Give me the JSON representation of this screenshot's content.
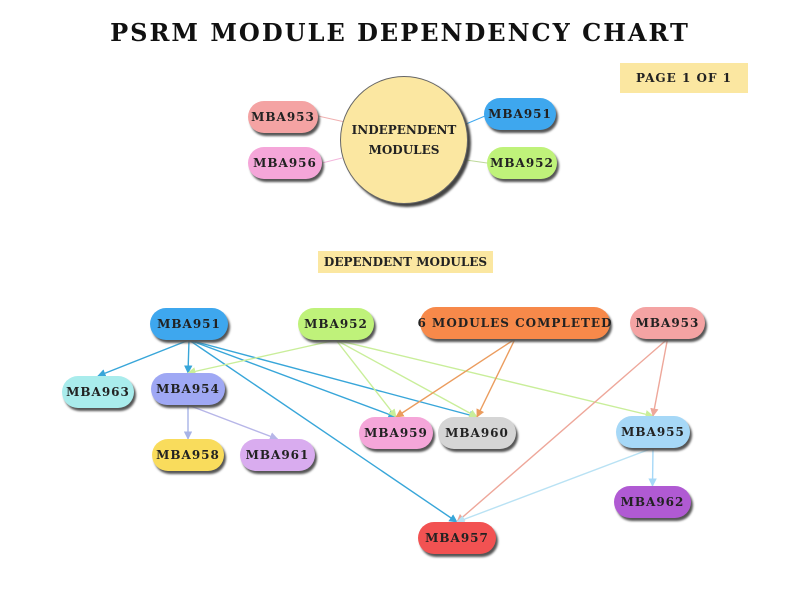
{
  "title": "PSRM MODULE DEPENDENCY CHART",
  "page_indicator": "PAGE 1 OF 1",
  "independent": {
    "center_label": "INDEPENDENT MODULES",
    "modules": [
      {
        "label": "MBA953",
        "color": "#f4a3a3"
      },
      {
        "label": "MBA956",
        "color": "#f5a6d9"
      },
      {
        "label": "MBA951",
        "color": "#3ea7ee"
      },
      {
        "label": "MBA952",
        "color": "#bff27a"
      }
    ]
  },
  "dependent_label": "DEPENDENT MODULES",
  "dependent": {
    "nodes": [
      {
        "id": "n951",
        "label": "MBA951",
        "color": "#3ea7ee"
      },
      {
        "id": "n952",
        "label": "MBA952",
        "color": "#bff27a"
      },
      {
        "id": "n6mc",
        "label": "6 MODULES COMPLETED",
        "color": "#f7894a"
      },
      {
        "id": "n953",
        "label": "MBA953",
        "color": "#f4a3a3"
      },
      {
        "id": "n963",
        "label": "MBA963",
        "color": "#a9ecec"
      },
      {
        "id": "n954",
        "label": "MBA954",
        "color": "#9fa8f4"
      },
      {
        "id": "n959",
        "label": "MBA959",
        "color": "#f5a6d9"
      },
      {
        "id": "n960",
        "label": "MBA960",
        "color": "#d5d5d5"
      },
      {
        "id": "n955",
        "label": "MBA955",
        "color": "#a6d8f7"
      },
      {
        "id": "n958",
        "label": "MBA958",
        "color": "#f9dc5c"
      },
      {
        "id": "n961",
        "label": "MBA961",
        "color": "#d9acef"
      },
      {
        "id": "n962",
        "label": "MBA962",
        "color": "#b05ad3"
      },
      {
        "id": "n957",
        "label": "MBA957",
        "color": "#f25252"
      }
    ],
    "edges": [
      {
        "from": "n951",
        "to": "n963",
        "color": "#38a6d9"
      },
      {
        "from": "n951",
        "to": "n954",
        "color": "#38a6d9"
      },
      {
        "from": "n951",
        "to": "n959",
        "color": "#38a6d9"
      },
      {
        "from": "n951",
        "to": "n960",
        "color": "#38a6d9"
      },
      {
        "from": "n951",
        "to": "n957",
        "color": "#38a6d9"
      },
      {
        "from": "n952",
        "to": "n954",
        "color": "#c9ee9a"
      },
      {
        "from": "n952",
        "to": "n959",
        "color": "#c9ee9a"
      },
      {
        "from": "n952",
        "to": "n960",
        "color": "#c9ee9a"
      },
      {
        "from": "n952",
        "to": "n955",
        "color": "#c9ee9a"
      },
      {
        "from": "n6mc",
        "to": "n959",
        "color": "#eb9c5e"
      },
      {
        "from": "n6mc",
        "to": "n960",
        "color": "#eb9c5e"
      },
      {
        "from": "n953",
        "to": "n955",
        "color": "#eea79a"
      },
      {
        "from": "n953",
        "to": "n957",
        "color": "#eea79a"
      },
      {
        "from": "n954",
        "to": "n958",
        "color": "#a8b4e6"
      },
      {
        "from": "n954",
        "to": "n961",
        "color": "#b7b6e8"
      },
      {
        "from": "n955",
        "to": "n962",
        "color": "#a6d8f7"
      },
      {
        "from": "n955",
        "to": "n957",
        "color": "#b9e2f4"
      }
    ]
  }
}
